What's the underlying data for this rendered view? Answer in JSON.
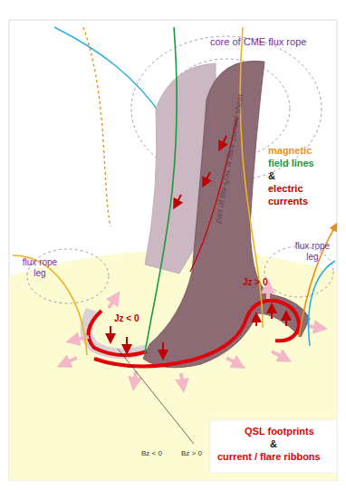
{
  "diagram": {
    "labels": [
      "core of CME flux rope",
      "magnetic",
      "field lines",
      "&",
      "electric",
      "currents",
      "flux rope leg",
      "flux rope leg",
      "part of the QSL & flare current sheet",
      "Jz > 0",
      "Jz < 0",
      "QSL footprints",
      "&",
      "current / flare ribbons",
      "Bz < 0",
      "Bz > 0"
    ]
  }
}
